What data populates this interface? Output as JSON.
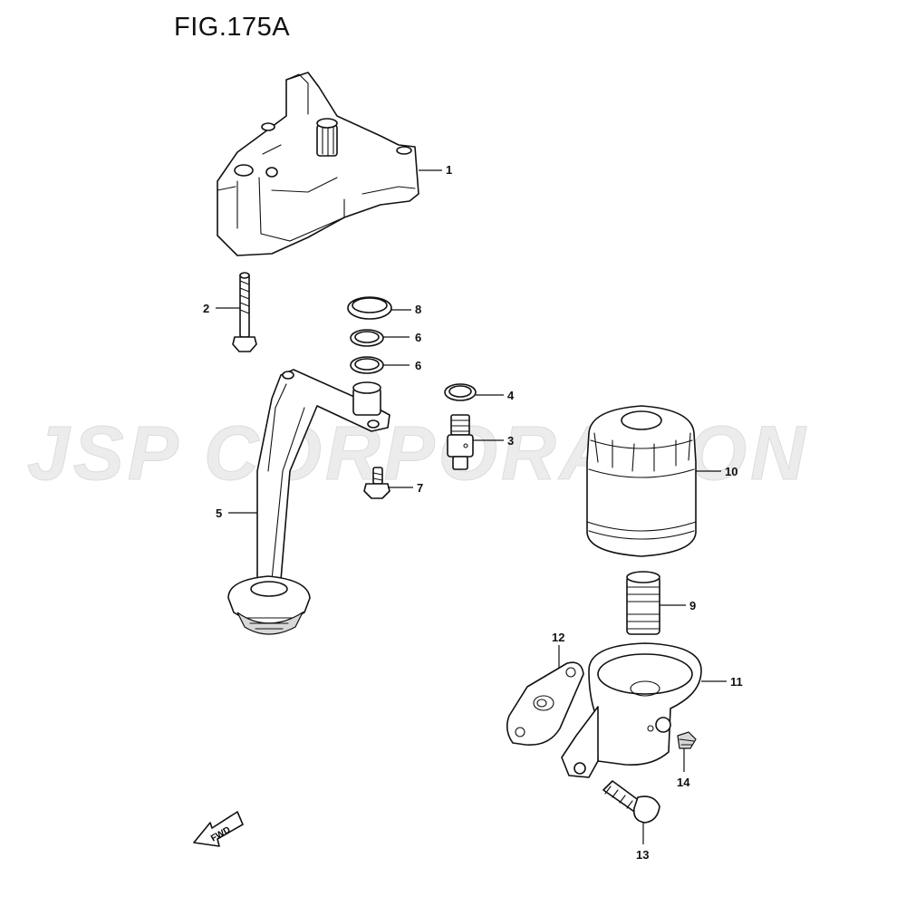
{
  "figure": {
    "title": "FIG.175A"
  },
  "watermark": {
    "text": "JSP CORPORATION"
  },
  "fwd_label": "FWD",
  "callouts": {
    "c1": "1",
    "c2": "2",
    "c3": "3",
    "c4": "4",
    "c5": "5",
    "c6a": "6",
    "c6b": "6",
    "c7": "7",
    "c8": "8",
    "c9": "9",
    "c10": "10",
    "c11": "11",
    "c12": "12",
    "c13": "13",
    "c14": "14"
  }
}
